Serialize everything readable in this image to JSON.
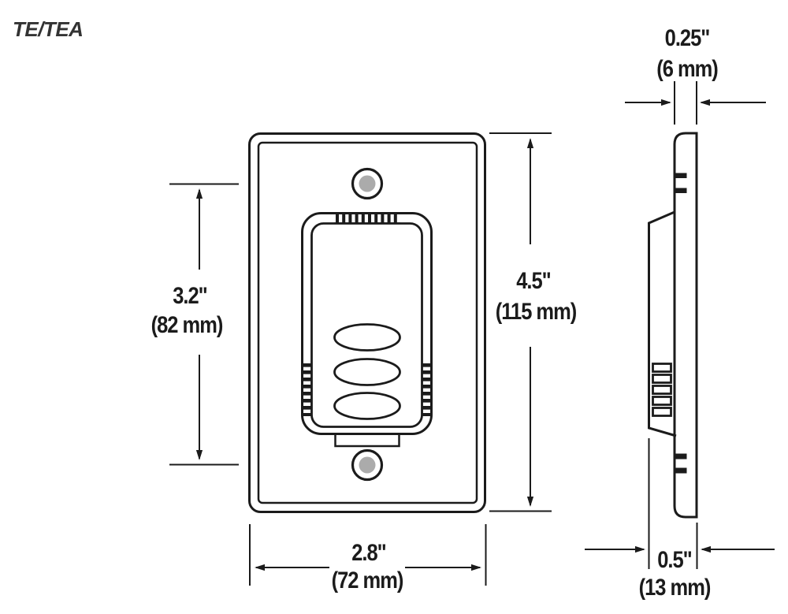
{
  "page": {
    "title": "TE/TEA"
  },
  "colors": {
    "line": "#1b1b1b",
    "screw": "#ababab",
    "bg": "#ffffff"
  },
  "dimensions": {
    "rocker_height": {
      "inches": "3.2\"",
      "metric": "(82 mm)"
    },
    "plate_height": {
      "inches": "4.5\"",
      "metric": "(115 mm)"
    },
    "plate_width": {
      "inches": "2.8\"",
      "metric": "(72 mm)"
    },
    "plate_thickness": {
      "inches": "0.25\"",
      "metric": "(6 mm)"
    },
    "device_depth": {
      "inches": "0.5\"",
      "metric": "(13 mm)"
    }
  }
}
